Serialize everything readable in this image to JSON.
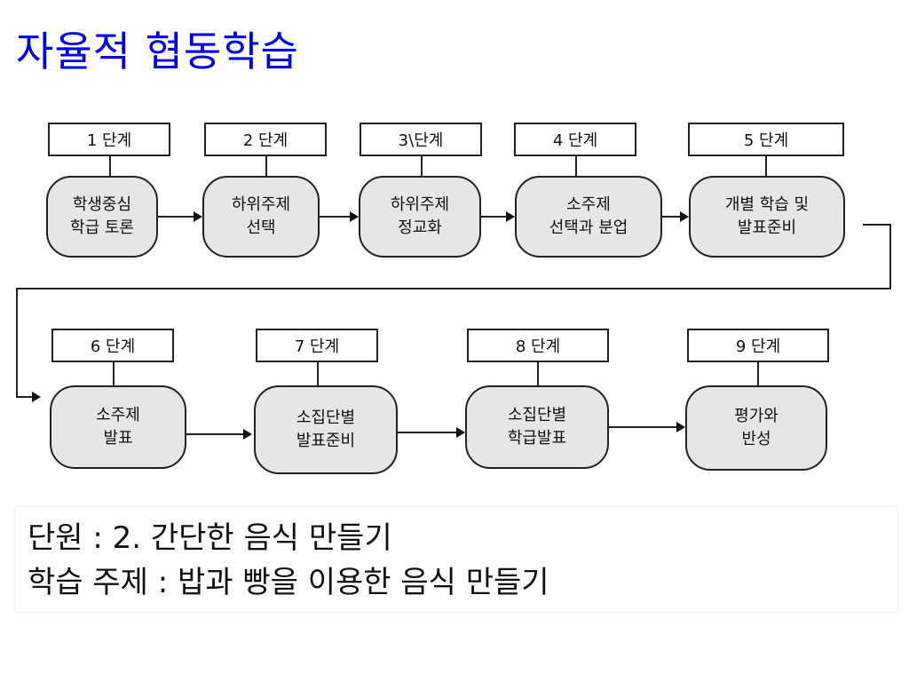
{
  "title": "자율적 협동학습",
  "steps": [
    {
      "label": "1 단계",
      "stage": "학생중심\n학급 토론"
    },
    {
      "label": "2 단계",
      "stage": "하위주제\n선택"
    },
    {
      "label": "3\\단계",
      "stage": "하위주제\n정교화"
    },
    {
      "label": "4 단계",
      "stage": "소주제\n선택과 분업"
    },
    {
      "label": "5 단계",
      "stage": "개별 학습 및\n발표준비"
    },
    {
      "label": "6 단계",
      "stage": "소주제\n발표"
    },
    {
      "label": "7 단계",
      "stage": "소집단별\n발표준비"
    },
    {
      "label": "8 단계",
      "stage": "소집단별\n학급발표"
    },
    {
      "label": "9 단계",
      "stage": "평가와\n반성"
    }
  ],
  "info": {
    "unit": "단원 : 2. 간단한 음식 만들기",
    "topic": "학습 주제 : 밥과 빵을 이용한 음식 만들기"
  }
}
